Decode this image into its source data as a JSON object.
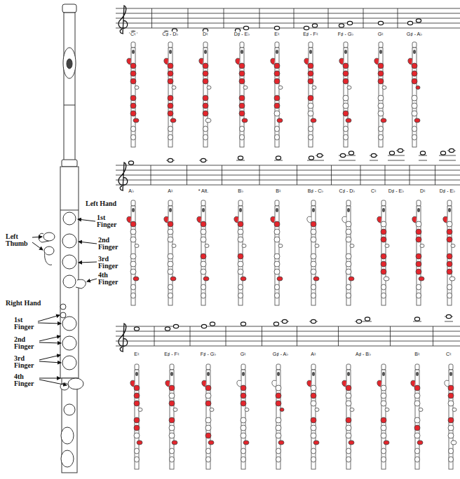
{
  "diagram": {
    "labels": [
      "Left Hand",
      "1st Finger",
      "2nd Finger",
      "3rd Finger",
      "4th Finger",
      "Left Thumb",
      "Right Hand",
      "1st Finger",
      "2nd Finger",
      "3rd Finger",
      "4th Finger",
      "C♮",
      "C♯ - D♭",
      "D♮",
      "D♯ - E♭",
      "E♮",
      "E♯ - F♮",
      "F♯ - G♭",
      "G♮",
      "G♯ - A♭",
      "A♭",
      "A♮",
      "* Alt.",
      "B♭",
      "B♮",
      "B♯ - C♭",
      "C♯ - D♭",
      "C♮",
      "D♯ - E♭",
      "D♮",
      "D♯ - E♭",
      "E♮",
      "E♯ - F♮",
      "F♯ - G♭",
      "G♮",
      "G♯ - A♭",
      "A♮",
      "A♯ - B♭",
      "B♮",
      "C♮"
    ]
  }
}
